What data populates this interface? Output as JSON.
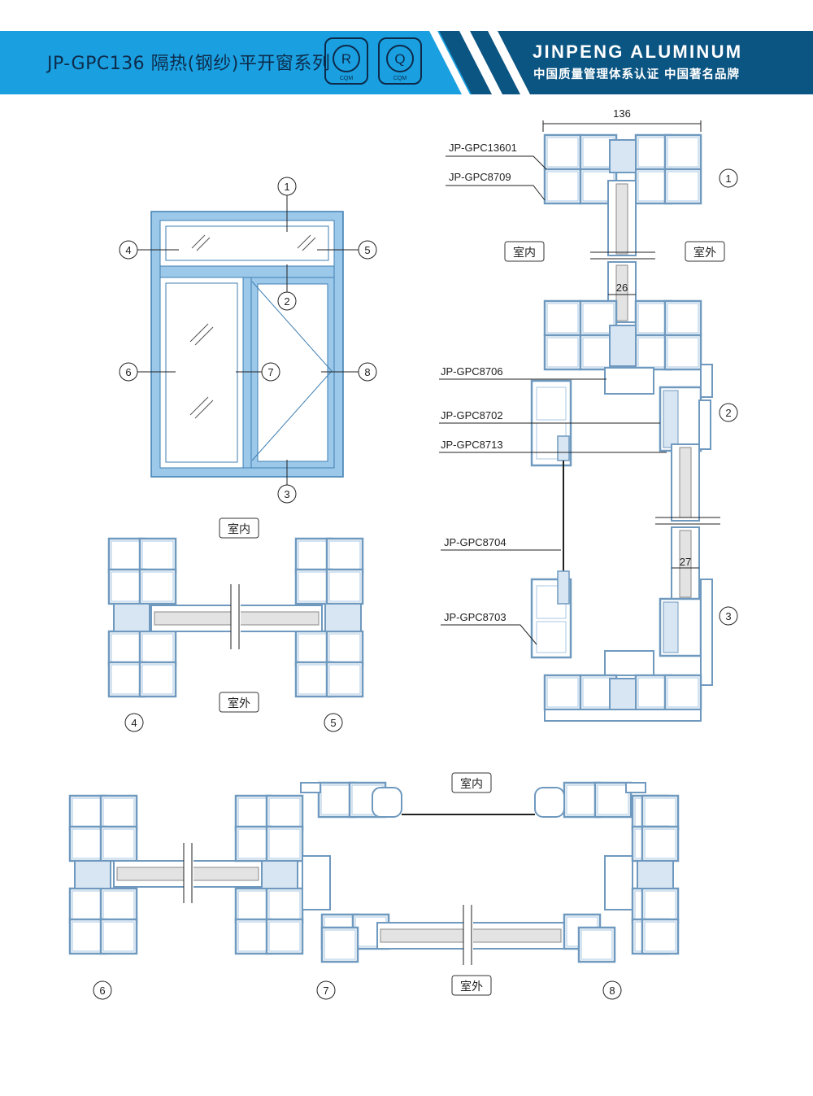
{
  "header": {
    "title": "JP-GPC136 隔热(钢纱)平开窗系列",
    "badge_r": {
      "letter": "R",
      "caption": "CQM"
    },
    "badge_q": {
      "letter": "Q",
      "caption": "CQM"
    },
    "brand": "JINPENG ALUMINUM",
    "brand_sub": "中国质量管理体系认证 中国著名品牌",
    "colors": {
      "light_blue": "#1aa0e0",
      "dark_blue": "#0b5583",
      "profile": "#7aa3c7",
      "frame": "#9cc8ea"
    }
  },
  "elevation": {
    "markers": [
      "1",
      "2",
      "3",
      "4",
      "5",
      "6",
      "7",
      "8"
    ]
  },
  "section_right": {
    "dimension_total": "136",
    "dimension_glass_top": "26",
    "dimension_glass_bottom": "27",
    "labels": [
      "JP-GPC13601",
      "JP-GPC8709",
      "JP-GPC8706",
      "JP-GPC8702",
      "JP-GPC8713",
      "JP-GPC8704",
      "JP-GPC8703"
    ],
    "indoor": "室内",
    "outdoor": "室外",
    "markers": [
      "1",
      "2",
      "3"
    ]
  },
  "section_mid": {
    "indoor": "室内",
    "outdoor": "室外",
    "markers": [
      "4",
      "5"
    ]
  },
  "section_bottom": {
    "indoor": "室内",
    "outdoor": "室外",
    "markers": [
      "6",
      "7",
      "8"
    ]
  }
}
